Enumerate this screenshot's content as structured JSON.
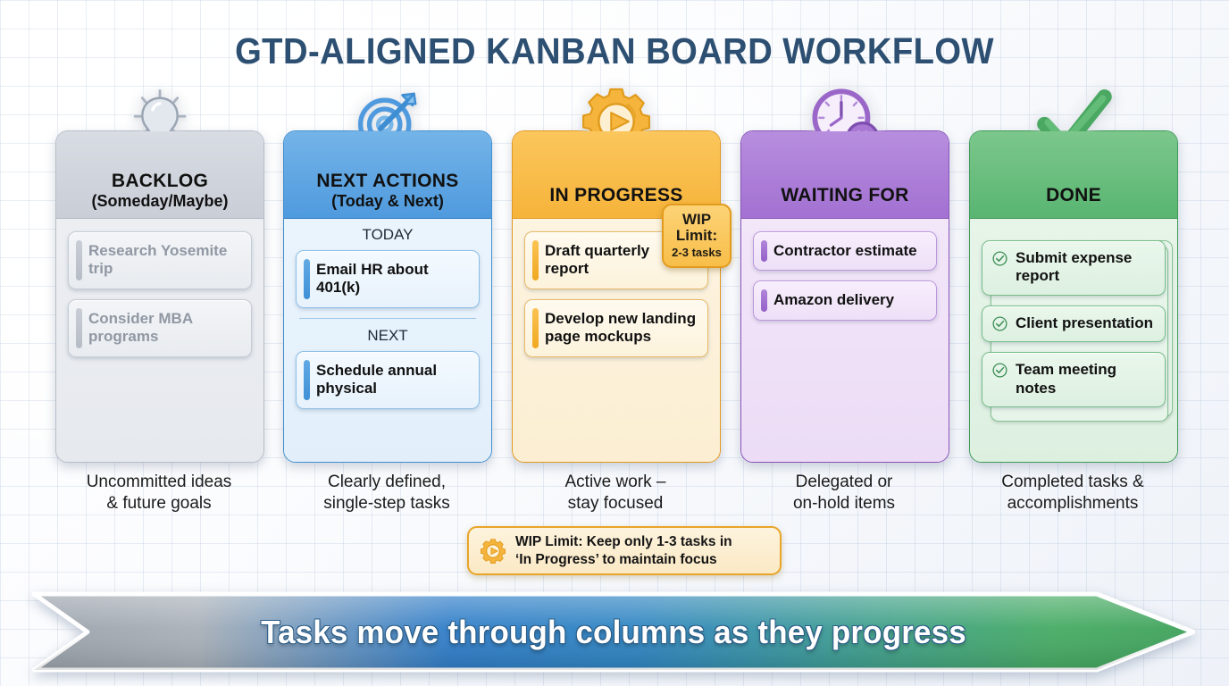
{
  "title": "GTD-ALIGNED KANBAN BOARD WORKFLOW",
  "columns": [
    {
      "id": "backlog",
      "icon": "lightbulb-icon",
      "title": "BACKLOG",
      "subtitle": "(Someday/Maybe)",
      "accent": "#b6bcc5",
      "cards": [
        {
          "text": "Research Yosemite trip"
        },
        {
          "text": "Consider MBA programs"
        }
      ],
      "caption_line1": "Uncommitted ideas",
      "caption_line2": "& future goals"
    },
    {
      "id": "next-actions",
      "icon": "target-arrow-icon",
      "title": "NEXT ACTIONS",
      "subtitle": "(Today & Next)",
      "accent": "#3e90d6",
      "groups": [
        {
          "label": "TODAY",
          "cards": [
            {
              "text": "Email HR about 401(k)"
            }
          ]
        },
        {
          "label": "NEXT",
          "cards": [
            {
              "text": "Schedule annual physical"
            }
          ]
        }
      ],
      "caption_line1": "Clearly defined,",
      "caption_line2": "single-step tasks"
    },
    {
      "id": "in-progress",
      "icon": "gear-play-icon",
      "title": "IN PROGRESS",
      "subtitle": "",
      "accent": "#f0a81f",
      "cards": [
        {
          "text": "Draft quarterly report"
        },
        {
          "text": "Develop new landing page mockups"
        }
      ],
      "caption_line1": "Active work –",
      "caption_line2": "stay focused"
    },
    {
      "id": "waiting-for",
      "icon": "clock-pause-icon",
      "title": "WAITING FOR",
      "subtitle": "",
      "accent": "#9460c9",
      "cards": [
        {
          "text": "Contractor estimate"
        },
        {
          "text": "Amazon delivery"
        }
      ],
      "caption_line1": "Delegated or",
      "caption_line2": "on-hold items"
    },
    {
      "id": "done",
      "icon": "green-checkmark-icon",
      "title": "DONE",
      "subtitle": "",
      "accent": "#3f9a56",
      "cards": [
        {
          "text": "Submit expense report",
          "check": "check-circle-icon"
        },
        {
          "text": "Client presentation",
          "check": "check-circle-icon"
        },
        {
          "text": "Team meeting notes",
          "check": "check-circle-icon"
        }
      ],
      "caption_line1": "Completed tasks &",
      "caption_line2": "accomplishments"
    }
  ],
  "wip_badge": {
    "line1": "WIP",
    "line2": "Limit:",
    "line3": "2-3 tasks"
  },
  "wip_note": {
    "icon": "gear-play-icon",
    "line1": "WIP Limit: Keep only 1-3 tasks in",
    "line2": "‘In Progress’ to maintain focus"
  },
  "flow_arrow": {
    "label": "Tasks move through columns as they progress",
    "gradient_stops": [
      "#9aa2ab",
      "#a9b0b8",
      "#2f7dc8",
      "#2f85c2",
      "#3f9f8c",
      "#46ab63",
      "#3fa25b"
    ]
  }
}
